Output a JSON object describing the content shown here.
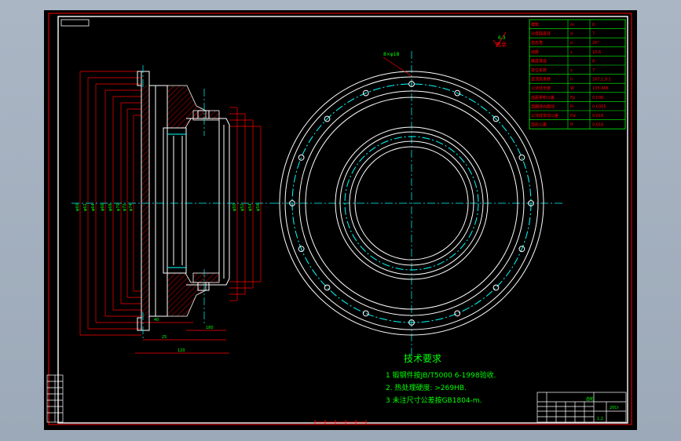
{
  "colors": {
    "background": "#000000",
    "outline": "#ffffff",
    "frame": "#ff0000",
    "dimension": "#ff0000",
    "centerline": "#00ffff",
    "annotation": "#00ff00",
    "tech_text": "#00ff00",
    "hatch": "#ff0000"
  },
  "roughness": {
    "value": "6.3",
    "note": "其余"
  },
  "params_table": {
    "rows": [
      [
        "模数",
        "m",
        "6"
      ],
      [
        "分度圆直径",
        "d",
        "7"
      ],
      [
        "齿形角",
        "α",
        "20°"
      ],
      [
        "齿数",
        "z",
        "10.6"
      ],
      [
        "精度等级",
        "",
        "8"
      ],
      [
        "变位系数",
        "x",
        "7"
      ],
      [
        "齿顶高系数",
        "h",
        "167,1,9.1"
      ],
      [
        "公法线长度",
        "W",
        "135.466"
      ],
      [
        "齿距累积公差",
        "Fp",
        "0.036"
      ],
      [
        "齿圈径向跳动",
        "Fr",
        "0.0355"
      ],
      [
        "公法线变动公差",
        "Fw",
        "0.016"
      ],
      [
        "齿形公差",
        "ff",
        "0.016"
      ]
    ]
  },
  "tech_requirements": {
    "title": "技术要求",
    "items": [
      "1  锻钢件按JB/T5000 6-1998验收.",
      "2. 热处理硬度: >269HB.",
      "3  未注尺寸公差按GB1804-m."
    ]
  },
  "dimensions": {
    "left_labels": [
      "φ60",
      "φ62",
      "φ64",
      "φ66",
      "φ68",
      "φ70",
      "φ72",
      "φ74"
    ],
    "right_labels": [
      "φ50",
      "φ52",
      "φ54",
      "φ56"
    ],
    "bottom_labels": [
      "25",
      "120",
      "180",
      "40"
    ],
    "hole_label": "8×φ18"
  },
  "title_block": {
    "cells": [
      "齿轮",
      "20Cr",
      "1:2"
    ]
  }
}
